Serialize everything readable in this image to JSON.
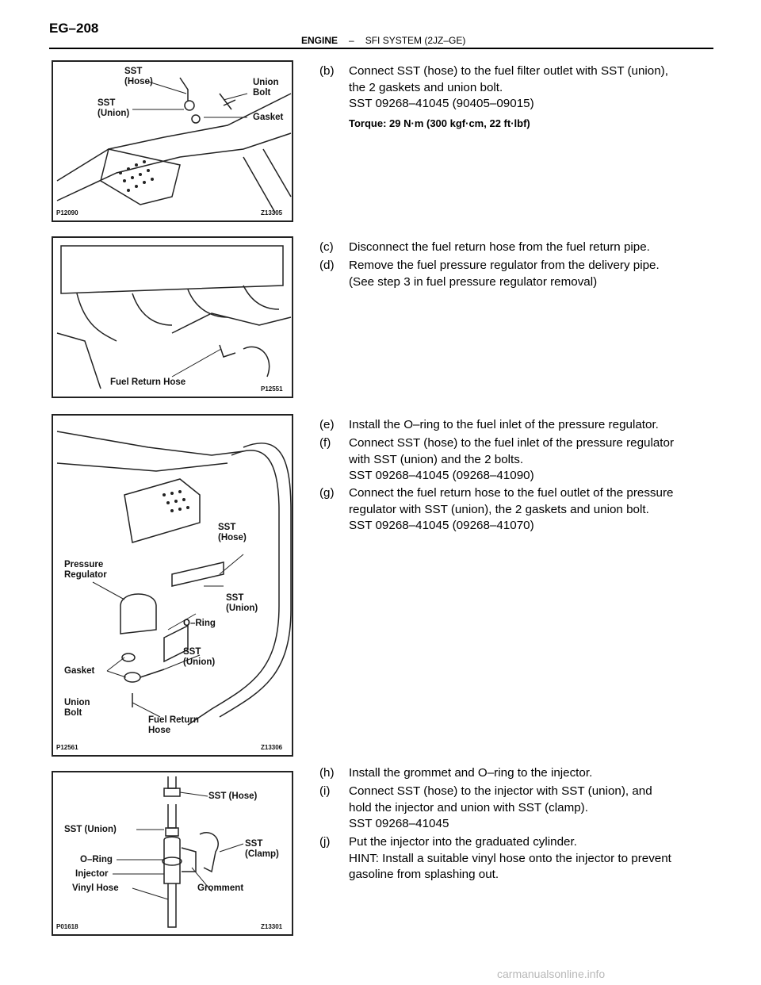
{
  "page": {
    "number": "EG–208",
    "header_section": "ENGINE",
    "header_separator": "–",
    "header_title": "SFI SYSTEM (2JZ–GE)",
    "watermark": "carmanualsonline.info"
  },
  "figures": [
    {
      "left_code": "P12090",
      "right_code": "Z13305",
      "labels": [
        "SST\n(Hose)",
        "SST\n(Union)",
        "Union\nBolt",
        "Gasket"
      ]
    },
    {
      "right_code": "P12551",
      "labels": [
        "Fuel Return Hose"
      ]
    },
    {
      "left_code": "P12561",
      "right_code": "Z13306",
      "labels": [
        "SST\n(Hose)",
        "Pressure\nRegulator",
        "O–Ring",
        "SST\n(Union)",
        "Gasket",
        "SST\n(Union)",
        "Union\nBolt",
        "Fuel Return\nHose"
      ]
    },
    {
      "left_code": "P01618",
      "right_code": "Z13301",
      "labels": [
        "SST (Hose)",
        "SST (Union)",
        "SST\n(Clamp)",
        "O–Ring",
        "Injector",
        "Vinyl Hose",
        "Gromment"
      ]
    }
  ],
  "steps": [
    {
      "letter": "(b)",
      "lines": [
        "Connect SST (hose) to the fuel filter outlet with SST (union),",
        "the 2 gaskets and union bolt.",
        "SST  09268–41045  (90405–09015)"
      ]
    },
    {
      "letter": "(c)",
      "lines": [
        "Disconnect the fuel return hose from the fuel return pipe."
      ]
    },
    {
      "letter": "(d)",
      "lines": [
        "Remove the fuel pressure regulator from the delivery pipe.",
        "(See step 3 in fuel pressure regulator removal)"
      ]
    },
    {
      "letter": "(e)",
      "lines": [
        "Install the O–ring to the fuel inlet of the pressure regulator."
      ]
    },
    {
      "letter": "(f)",
      "lines": [
        "Connect SST (hose) to the fuel inlet of the pressure regulator",
        "with SST (union) and the 2 bolts.",
        "SST  09268–41045  (09268–41090)"
      ]
    },
    {
      "letter": "(g)",
      "lines": [
        "Connect the fuel return hose to the fuel outlet of the pressure",
        "regulator with SST (union), the 2 gaskets and union bolt.",
        "SST  09268–41045  (09268–41070)"
      ]
    },
    {
      "letter": "(h)",
      "lines": [
        "Install the grommet and O–ring to the injector."
      ]
    },
    {
      "letter": "(i)",
      "lines": [
        "Connect SST (hose) to the injector with SST (union), and",
        "hold the injector and union with SST (clamp).",
        "SST  09268–41045"
      ]
    },
    {
      "letter": "(j)",
      "lines": [
        "Put the injector into the graduated cylinder.",
        "HINT: Install a suitable vinyl hose onto the injector to prevent",
        "gasoline from splashing out."
      ]
    }
  ],
  "torque": "Torque: 29 N·m (300 kgf·cm, 22 ft·lbf)"
}
